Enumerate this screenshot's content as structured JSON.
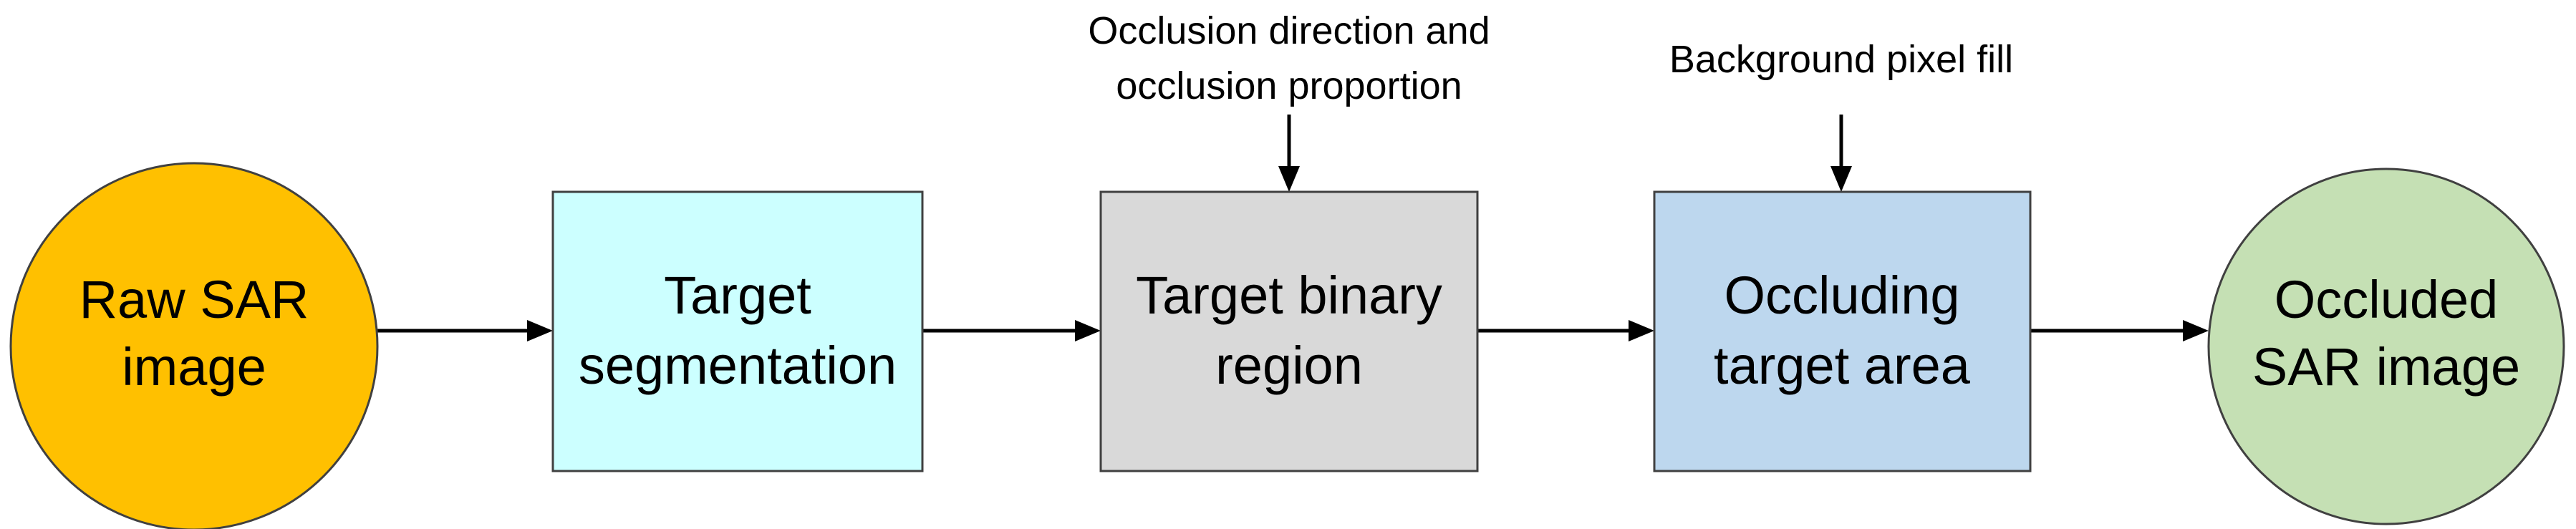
{
  "nodes": {
    "raw": {
      "line1": "Raw SAR",
      "line2": "image",
      "fill": "#FFC000"
    },
    "segmentation": {
      "line1": "Target",
      "line2": "segmentation",
      "fill": "#CCFFFF"
    },
    "binary": {
      "line1": "Target binary",
      "line2": "region",
      "fill": "#D9D9D9"
    },
    "occluding": {
      "line1": "Occluding",
      "line2": "target area",
      "fill": "#BDD7EE"
    },
    "occluded": {
      "line1": "Occluded",
      "line2": "SAR image",
      "fill": "#C5E0B4"
    }
  },
  "annotations": {
    "occlusion": {
      "line1": "Occlusion direction and",
      "line2": "occlusion proportion"
    },
    "fill": {
      "line1": "Background pixel fill"
    }
  },
  "colors": {
    "stroke": "#404040",
    "arrow": "#000000"
  }
}
